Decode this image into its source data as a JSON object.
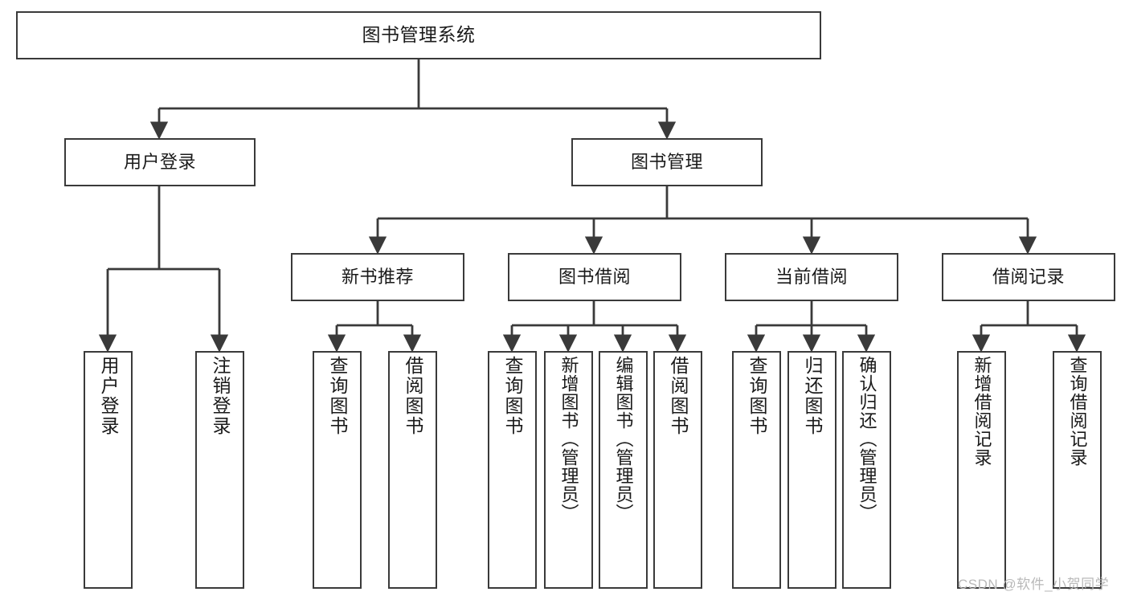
{
  "diagram": {
    "title": "图书管理系统",
    "type": "hierarchy-tree",
    "nodes": {
      "root": {
        "label": "图书管理系统"
      },
      "level2": [
        {
          "id": "user-login",
          "label": "用户登录"
        },
        {
          "id": "book-management",
          "label": "图书管理"
        }
      ],
      "level3": [
        {
          "id": "new-book-recommend",
          "label": "新书推荐"
        },
        {
          "id": "book-borrow",
          "label": "图书借阅"
        },
        {
          "id": "current-borrow",
          "label": "当前借阅"
        },
        {
          "id": "borrow-record",
          "label": "借阅记录"
        }
      ],
      "leaves": {
        "user-login": [
          {
            "id": "leaf-user-login",
            "label": "用户登录"
          },
          {
            "id": "leaf-logout-login",
            "label": "注销登录"
          }
        ],
        "new-book-recommend": [
          {
            "id": "leaf-query-book-1",
            "label": "查询图书"
          },
          {
            "id": "leaf-borrow-book-1",
            "label": "借阅图书"
          }
        ],
        "book-borrow": [
          {
            "id": "leaf-query-book-2",
            "label": "查询图书"
          },
          {
            "id": "leaf-add-book",
            "label": "新增图书（管理员）"
          },
          {
            "id": "leaf-edit-book",
            "label": "编辑图书（管理员）"
          },
          {
            "id": "leaf-borrow-book-2",
            "label": "借阅图书"
          }
        ],
        "current-borrow": [
          {
            "id": "leaf-query-book-3",
            "label": "查询图书"
          },
          {
            "id": "leaf-return-book",
            "label": "归还图书"
          },
          {
            "id": "leaf-confirm-return",
            "label": "确认归还（管理员）"
          }
        ],
        "borrow-record": [
          {
            "id": "leaf-add-record",
            "label": "新增借阅记录"
          },
          {
            "id": "leaf-query-record",
            "label": "查询借阅记录"
          }
        ]
      }
    },
    "colors": {
      "border": "#3a3a3a",
      "background": "#ffffff",
      "text": "#1a1a1a",
      "watermark": "#b9b9b9"
    }
  },
  "watermark": {
    "text": "CSDN @软件_小贺同学"
  }
}
